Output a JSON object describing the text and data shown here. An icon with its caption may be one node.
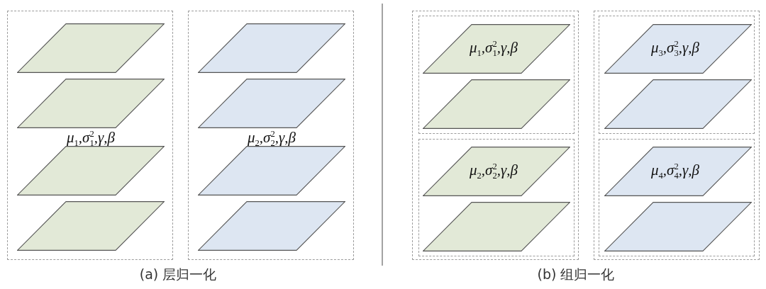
{
  "diagram": {
    "nodes": [
      {
        "text": [
          "μ$_{1}$,σ$_{1}$$^{2}$,γ,β"
        ]
      },
      {
        "text": [],
        "shape": "parallelogram",
        "in": 0
      },
      {
        "text": [],
        "shape": "parallelogram",
        "in": 0
      },
      {
        "text": [],
        "shape": "parallelogram",
        "in": 0
      },
      {
        "text": [],
        "shape": "parallelogram",
        "in": 0
      },
      {
        "text": [
          "μ$_{2}$,σ$_{2}$$^{2}$,γ,β"
        ]
      },
      {
        "text": [],
        "shape": "parallelogram",
        "in": 5
      },
      {
        "text": [],
        "shape": "parallelogram",
        "in": 5
      },
      {
        "text": [],
        "shape": "parallelogram",
        "in": 5
      },
      {
        "text": [],
        "shape": "parallelogram",
        "in": 5
      },
      {
        "text": [],
        "shape": "box"
      },
      {
        "text": [],
        "shape": "box",
        "in": 10
      },
      {
        "text": [
          "μ$_{1}$,σ$_{1}$$^{2}$,γ,β"
        ],
        "in": 11
      },
      {
        "text": [],
        "shape": "parallelogram",
        "in": 11
      },
      {
        "text": [],
        "shape": "box",
        "in": 10
      },
      {
        "text": [
          "μ$_{2}$,σ$_{2}$$^{2}$,γ,β"
        ],
        "in": 14
      },
      {
        "text": [],
        "shape": "parallelogram",
        "in": 14
      },
      {
        "text": [],
        "shape": "box"
      },
      {
        "text": [],
        "shape": "box",
        "in": 17
      },
      {
        "text": [
          "μ$_{3}$,σ$_{3}$$^{2}$,γ,β"
        ],
        "in": 18
      },
      {
        "text": [],
        "shape": "parallelogram",
        "in": 18
      },
      {
        "text": [],
        "shape": "box",
        "in": 17
      },
      {
        "text": [
          "μ$_{4}$,σ$_{4}$$^{2}$,γ,β"
        ],
        "in": 21
      },
      {
        "text": [],
        "shape": "parallelogram",
        "in": 21
      }
    ],
    "labels": [
      "(a) 层归一化",
      "(b) 组归一化"
    ]
  }
}
